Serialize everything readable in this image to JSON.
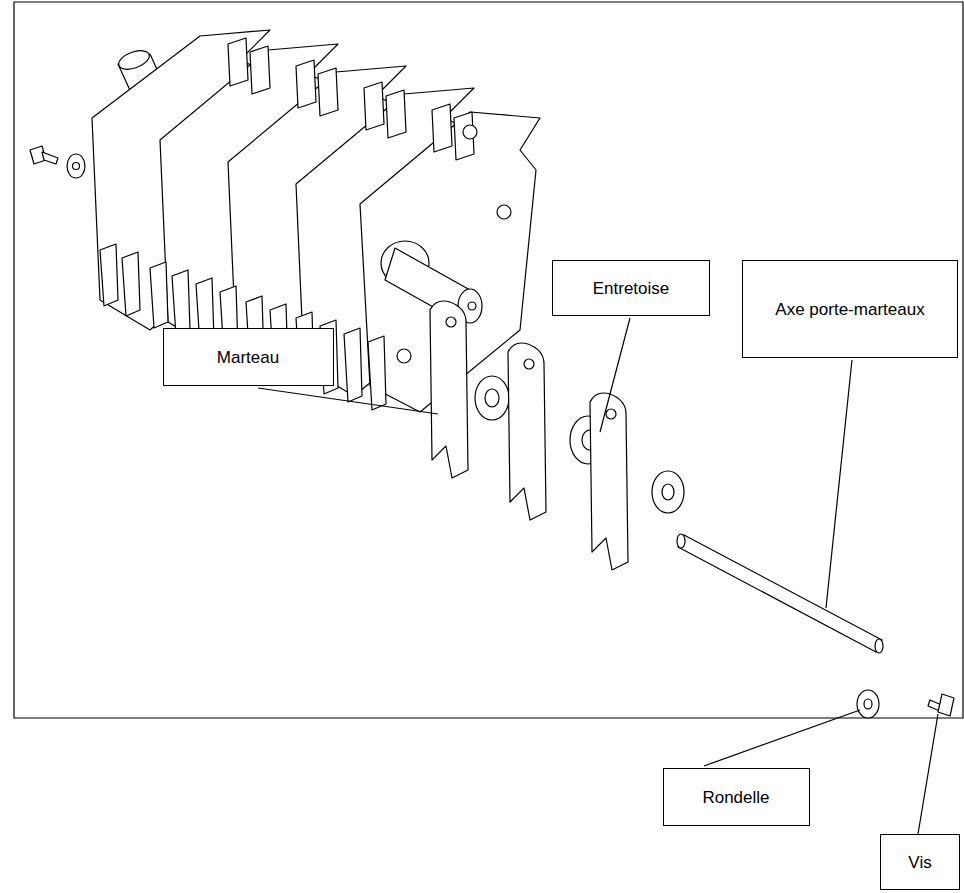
{
  "diagram": {
    "nodes": [
      {
        "text": [
          "Entretoise"
        ]
      },
      {
        "text": [
          "Axe porte-marteaux"
        ]
      },
      {
        "text": [
          "Marteau"
        ]
      },
      {
        "text": [
          "Rondelle"
        ]
      },
      {
        "text": [
          "Vis"
        ]
      }
    ]
  }
}
